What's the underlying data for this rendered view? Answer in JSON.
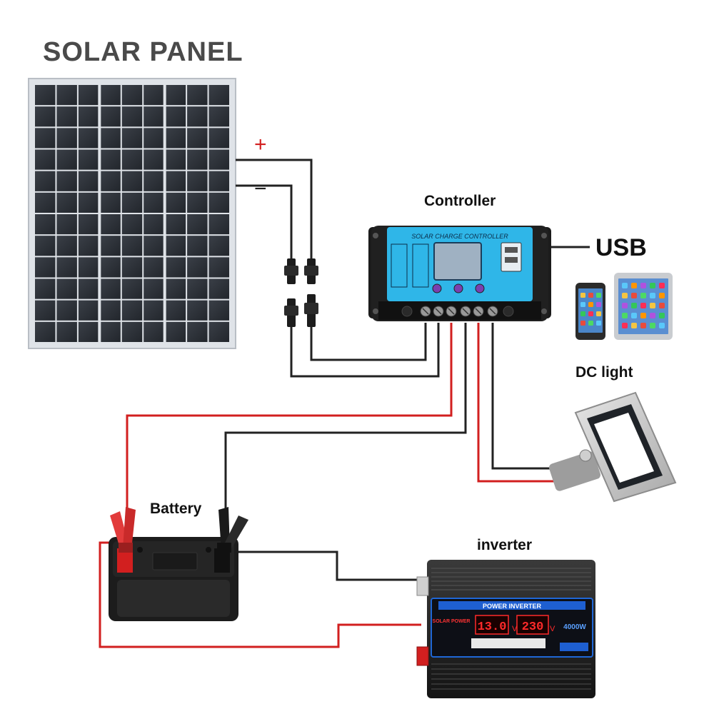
{
  "title": "SOLAR  PANEL",
  "labels": {
    "controller": "Controller",
    "usb": "USB",
    "dc_light": "DC light",
    "battery": "Battery",
    "inverter": "inverter",
    "plus": "+",
    "minus": "−"
  },
  "controller_face": {
    "header": "SOLAR CHARGE CONTROLLER"
  },
  "inverter_face": {
    "header": "POWER INVERTER",
    "brand": "SOLAR POWER",
    "voltage_in": "13.0",
    "voltage_out": "230",
    "unit": "V",
    "power": "4000W"
  },
  "colors": {
    "positive_wire": "#d21f1f",
    "negative_wire": "#222222",
    "controller_blue": "#2fb6e8",
    "display_red": "#ff2a2a"
  }
}
